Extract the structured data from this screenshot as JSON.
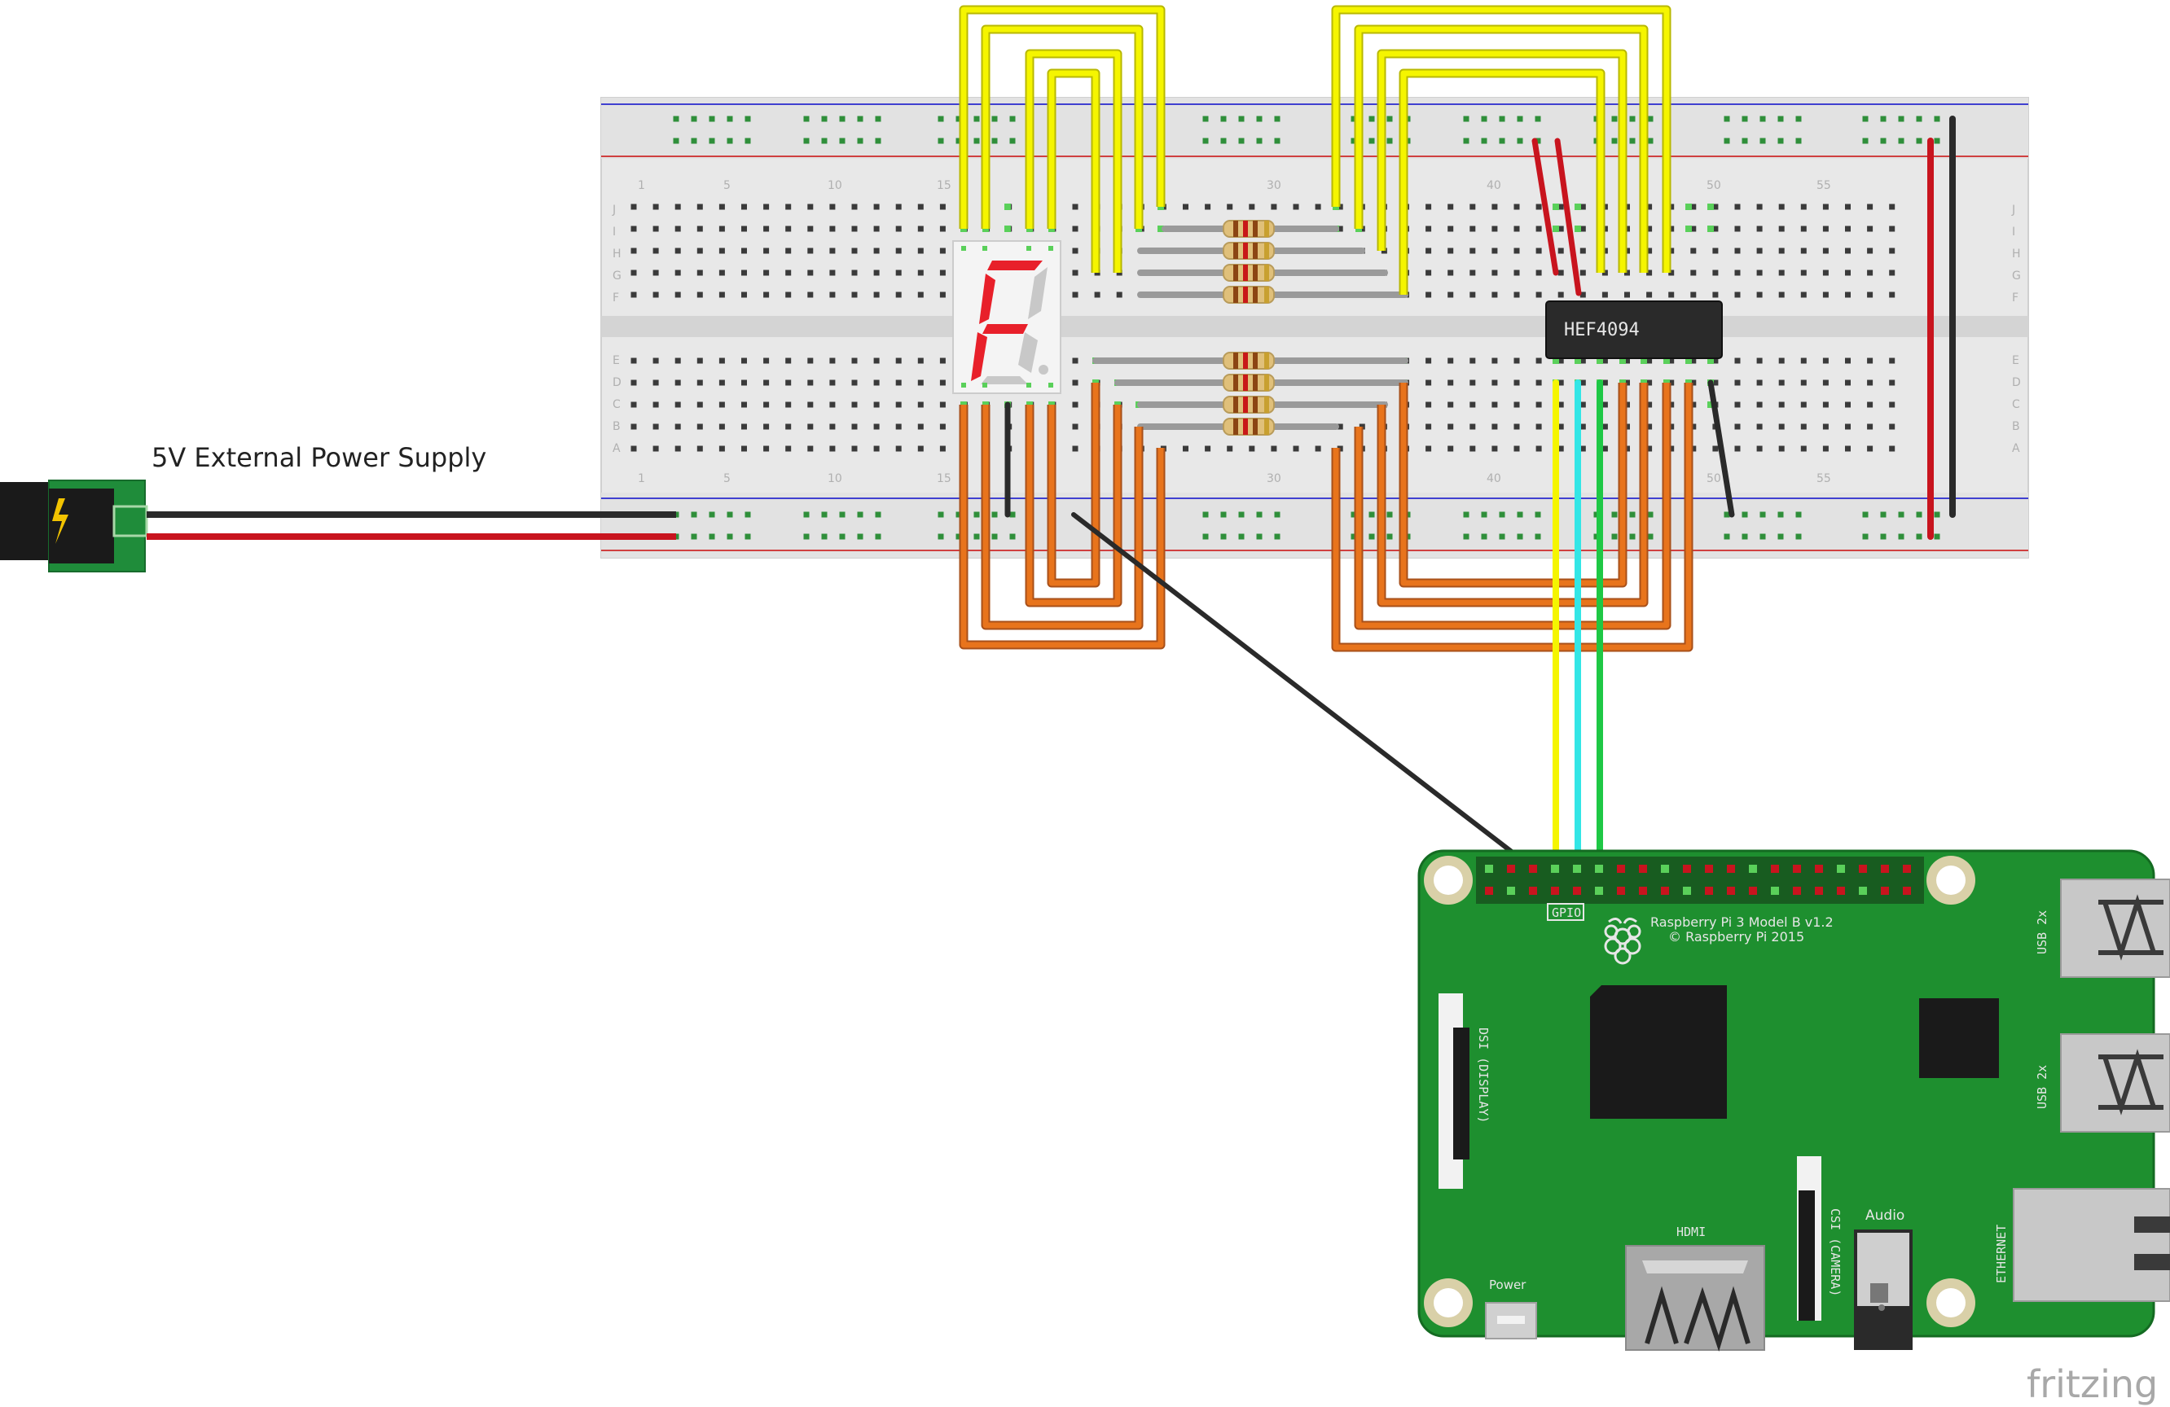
{
  "power_supply": {
    "label": "5V External Power Supply"
  },
  "breadboard": {
    "row_letters_top": [
      "J",
      "I",
      "H",
      "G",
      "F"
    ],
    "row_letters_bottom": [
      "E",
      "D",
      "C",
      "B",
      "A"
    ],
    "column_numbers": [
      "1",
      "5",
      "10",
      "15",
      "30",
      "40",
      "50",
      "55"
    ]
  },
  "ic": {
    "label": "HEF4094"
  },
  "raspberry_pi": {
    "model": "Raspberry Pi 3 Model B v1.2",
    "copyright": "© Raspberry Pi 2015",
    "gpio_label": "GPIO",
    "usb_label_1": "USB 2x",
    "usb_label_2": "USB 2x",
    "ethernet_label": "ETHERNET",
    "audio_label": "Audio",
    "hdmi_label": "HDMI",
    "power_label": "Power",
    "display_label": "DSI (DISPLAY)",
    "camera_label": "CSI (CAMERA)"
  },
  "watermark": "fritzing",
  "colors": {
    "breadboard": "#e6e6e6",
    "wire_yellow": "#f5f500",
    "wire_orange": "#e8741c",
    "wire_red": "#c8141e",
    "wire_black": "#2a2a2a",
    "wire_cyan": "#33e6e6",
    "wire_green": "#1ec845",
    "pcb_green": "#1e8f2f",
    "segment_red": "#e8202a"
  }
}
